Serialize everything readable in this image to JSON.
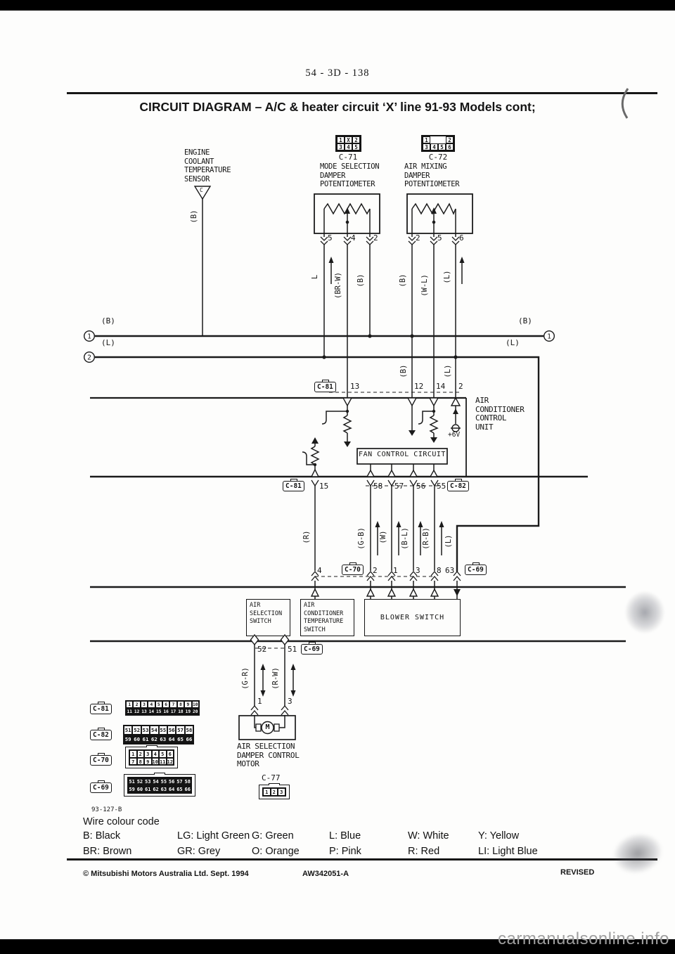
{
  "page": {
    "number": "54 - 3D - 138",
    "title": "CIRCUIT DIAGRAM – A/C & heater circuit ‘X’ line 91-93 Models cont;",
    "drawing_ref": "93-127-B",
    "footer": {
      "copyright": "© Mitsubishi Motors Australia Ltd. Sept. 1994",
      "document_code": "AW342051-A",
      "revision": "REVISED"
    },
    "watermark": "carmanualsonline.info"
  },
  "sensor": {
    "label": "ENGINE\nCOOLANT\nTEMPERATURE\nSENSOR",
    "symbol": "C",
    "wire": "(B)"
  },
  "mode_pot": {
    "id": "C-71",
    "desc": "MODE SELECTION\nDAMPER\nPOTENTIOMETER",
    "icon": {
      "row1": [
        "1",
        "X",
        "2"
      ],
      "row2": [
        "3",
        "4",
        "5"
      ]
    },
    "pins": [
      "5",
      "4",
      "2"
    ],
    "wires": [
      "L",
      "(BR-W)",
      "(B)"
    ]
  },
  "airmix_pot": {
    "id": "C-72",
    "desc": "AIR MIXING\nDAMPER\nPOTENTIOMETER",
    "icon": {
      "row1": [
        "1",
        "2"
      ],
      "row2": [
        "3",
        "4",
        "5",
        "6"
      ]
    },
    "pins": [
      "2",
      "5",
      "6"
    ],
    "wires": [
      "(B)",
      "(W-L)",
      "(L)"
    ]
  },
  "bus": {
    "term1": "1",
    "term2": "2",
    "b_left": "(B)",
    "l_left": "(L)",
    "b_right": "(B)",
    "l_right": "(L)"
  },
  "unit": {
    "label": "AIR\nCONDITIONER\nCONTROL\nUNIT",
    "fan_circuit": "FAN CONTROL CIRCUIT",
    "supply": "+6V",
    "top_conn": {
      "id": "C-81",
      "pins": [
        "13",
        "12",
        "14",
        "2"
      ],
      "wires": [
        "(B)",
        "(L)"
      ]
    },
    "bottom_conn": {
      "id_left": "C-81",
      "pin_left": "15",
      "id_right": "C-82",
      "pins": [
        "58",
        "57",
        "56",
        "55"
      ]
    }
  },
  "harness": {
    "wires": [
      "(R)",
      "(G-B)",
      "(W)",
      "(B-L)",
      "(R-B)",
      "(L)"
    ],
    "conn_c70": {
      "id": "C-70",
      "pins": [
        "4",
        "2",
        "1",
        "3",
        "8"
      ]
    },
    "conn_c69": {
      "id": "C-69",
      "pin": "63"
    }
  },
  "switches": {
    "air_selection": "AIR\nSELECTION\nSWITCH",
    "temperature": "AIR CONDITIONER\nTEMPERATURE\nSWITCH",
    "blower": "BLOWER SWITCH"
  },
  "motor_circuit": {
    "conn": {
      "id": "C-69",
      "pins": [
        "52",
        "51"
      ]
    },
    "wires": [
      "(G-R)",
      "(R-W)"
    ],
    "pins": [
      "1",
      "3"
    ],
    "motor_letter": "M",
    "label": "AIR SELECTION\nDAMPER CONTROL\nMOTOR",
    "conn_motor": {
      "id": "C-77",
      "pins": [
        "1",
        "2",
        "3"
      ]
    }
  },
  "connector_layouts": [
    {
      "id": "C-81",
      "row1": [
        "1",
        "2",
        "3",
        "4",
        "5",
        "6",
        "7",
        "8",
        "9",
        "10"
      ],
      "row2": [
        "11",
        "12",
        "13",
        "14",
        "15",
        "16",
        "17",
        "18",
        "19",
        "20"
      ]
    },
    {
      "id": "C-82",
      "row1": [
        "51",
        "52",
        "53",
        "54",
        "55",
        "56",
        "57",
        "58"
      ],
      "row2": [
        "59",
        "60",
        "61",
        "62",
        "63",
        "64",
        "65",
        "66"
      ]
    },
    {
      "id": "C-70",
      "row1": [
        "1",
        "2",
        "3",
        "4",
        "5",
        "6"
      ],
      "row2": [
        "7",
        "8",
        "9",
        "10",
        "11",
        "12"
      ]
    },
    {
      "id": "C-69",
      "row1": [
        "51",
        "52",
        "53",
        "54",
        "55",
        "56",
        "57",
        "58"
      ],
      "row2": [
        "59",
        "60",
        "61",
        "62",
        "63",
        "64",
        "65",
        "66"
      ]
    }
  ],
  "legend": {
    "title": "Wire colour code",
    "entries": [
      "B: Black",
      "LG: Light Green",
      "G: Green",
      "L: Blue",
      "W: White",
      "Y: Yellow",
      "BR: Brown",
      "GR: Grey",
      "O: Orange",
      "P: Pink",
      "R: Red",
      "LI: Light Blue"
    ]
  }
}
